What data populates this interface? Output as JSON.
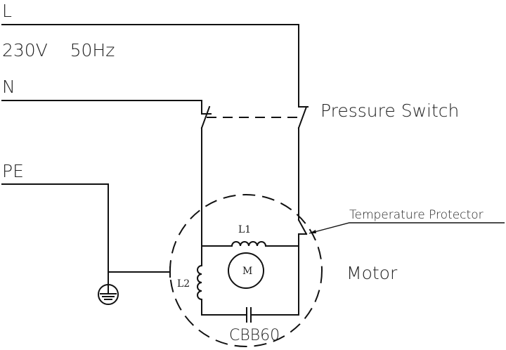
{
  "diagram": {
    "title": "Single-phase pump motor wiring with pressure switch",
    "supply": {
      "line_label": "L",
      "voltage_label": "230V    50Hz",
      "neutral_label": "N",
      "earth_label": "PE"
    },
    "components": {
      "pressure_switch_label": "Pressure Switch",
      "temperature_protector_label": "Temperature Protector",
      "motor_label": "Motor",
      "motor_symbol_label": "M",
      "main_winding_label": "L1",
      "aux_winding_label": "L2",
      "capacitor_label": "CBB60"
    },
    "colors": {
      "line": "#111111",
      "text": "#222222",
      "background": "#ffffff"
    }
  }
}
